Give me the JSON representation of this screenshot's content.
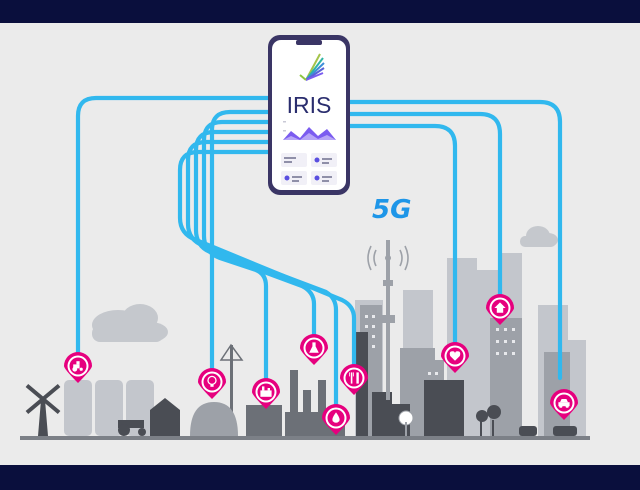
{
  "app": {
    "logo_text": "IRIS",
    "network_badge": "5G"
  },
  "colors": {
    "band": "#0a0f3d",
    "background": "#ebebeb",
    "line": "#31b8ee",
    "pin": "#e6007e",
    "phone": "#3a3565",
    "chart": "#7b5cf0",
    "building_light": "#c3c6cc",
    "building_mid": "#9da1a8",
    "building_dark": "#4a4d54"
  },
  "pins": [
    {
      "id": "tractor",
      "icon": "tractor-icon"
    },
    {
      "id": "lightbulb",
      "icon": "lightbulb-icon"
    },
    {
      "id": "factory",
      "icon": "factory-icon"
    },
    {
      "id": "flask",
      "icon": "flask-icon"
    },
    {
      "id": "water",
      "icon": "water-drop-icon"
    },
    {
      "id": "restaurant",
      "icon": "fork-knife-icon"
    },
    {
      "id": "health",
      "icon": "heartbeat-icon"
    },
    {
      "id": "home",
      "icon": "home-icon"
    },
    {
      "id": "car",
      "icon": "car-icon"
    }
  ]
}
